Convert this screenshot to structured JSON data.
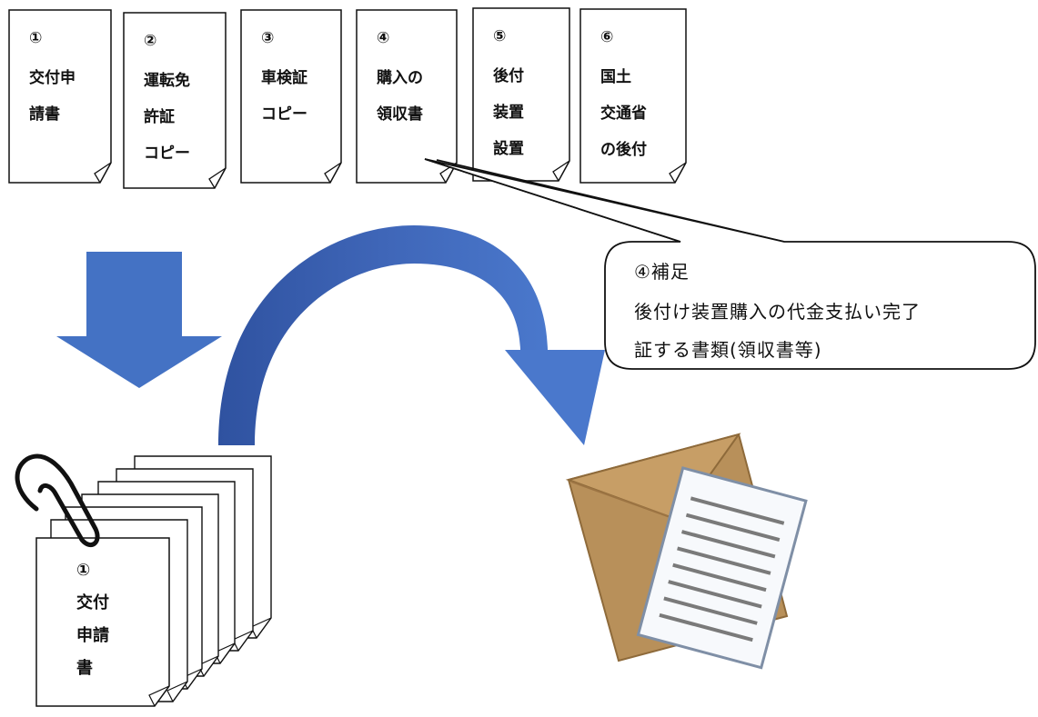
{
  "documents": [
    {
      "num": "①",
      "lines": [
        "交付申",
        "請書"
      ]
    },
    {
      "num": "②",
      "lines": [
        "運転免",
        "許証",
        "コピー"
      ]
    },
    {
      "num": "③",
      "lines": [
        "車検証",
        "コピー"
      ]
    },
    {
      "num": "④",
      "lines": [
        "購入の",
        "領収書"
      ]
    },
    {
      "num": "⑤",
      "lines": [
        "後付",
        "装置",
        "設置"
      ]
    },
    {
      "num": "⑥",
      "lines": [
        "国土",
        "交通省",
        "の後付"
      ]
    }
  ],
  "callout": {
    "title": "④補足",
    "line1": "後付け装置購入の代金支払い完了",
    "line2": "証する書類(領収書等)"
  },
  "stack_front": {
    "num": "①",
    "lines": [
      "交付",
      "申請",
      "書"
    ]
  },
  "colors": {
    "arrow": "#4472c4",
    "arrow_dark": "#2f52a0",
    "envelope": "#b8905a",
    "envelope_dark": "#9c7443",
    "paper_line": "#7a7a7a"
  }
}
